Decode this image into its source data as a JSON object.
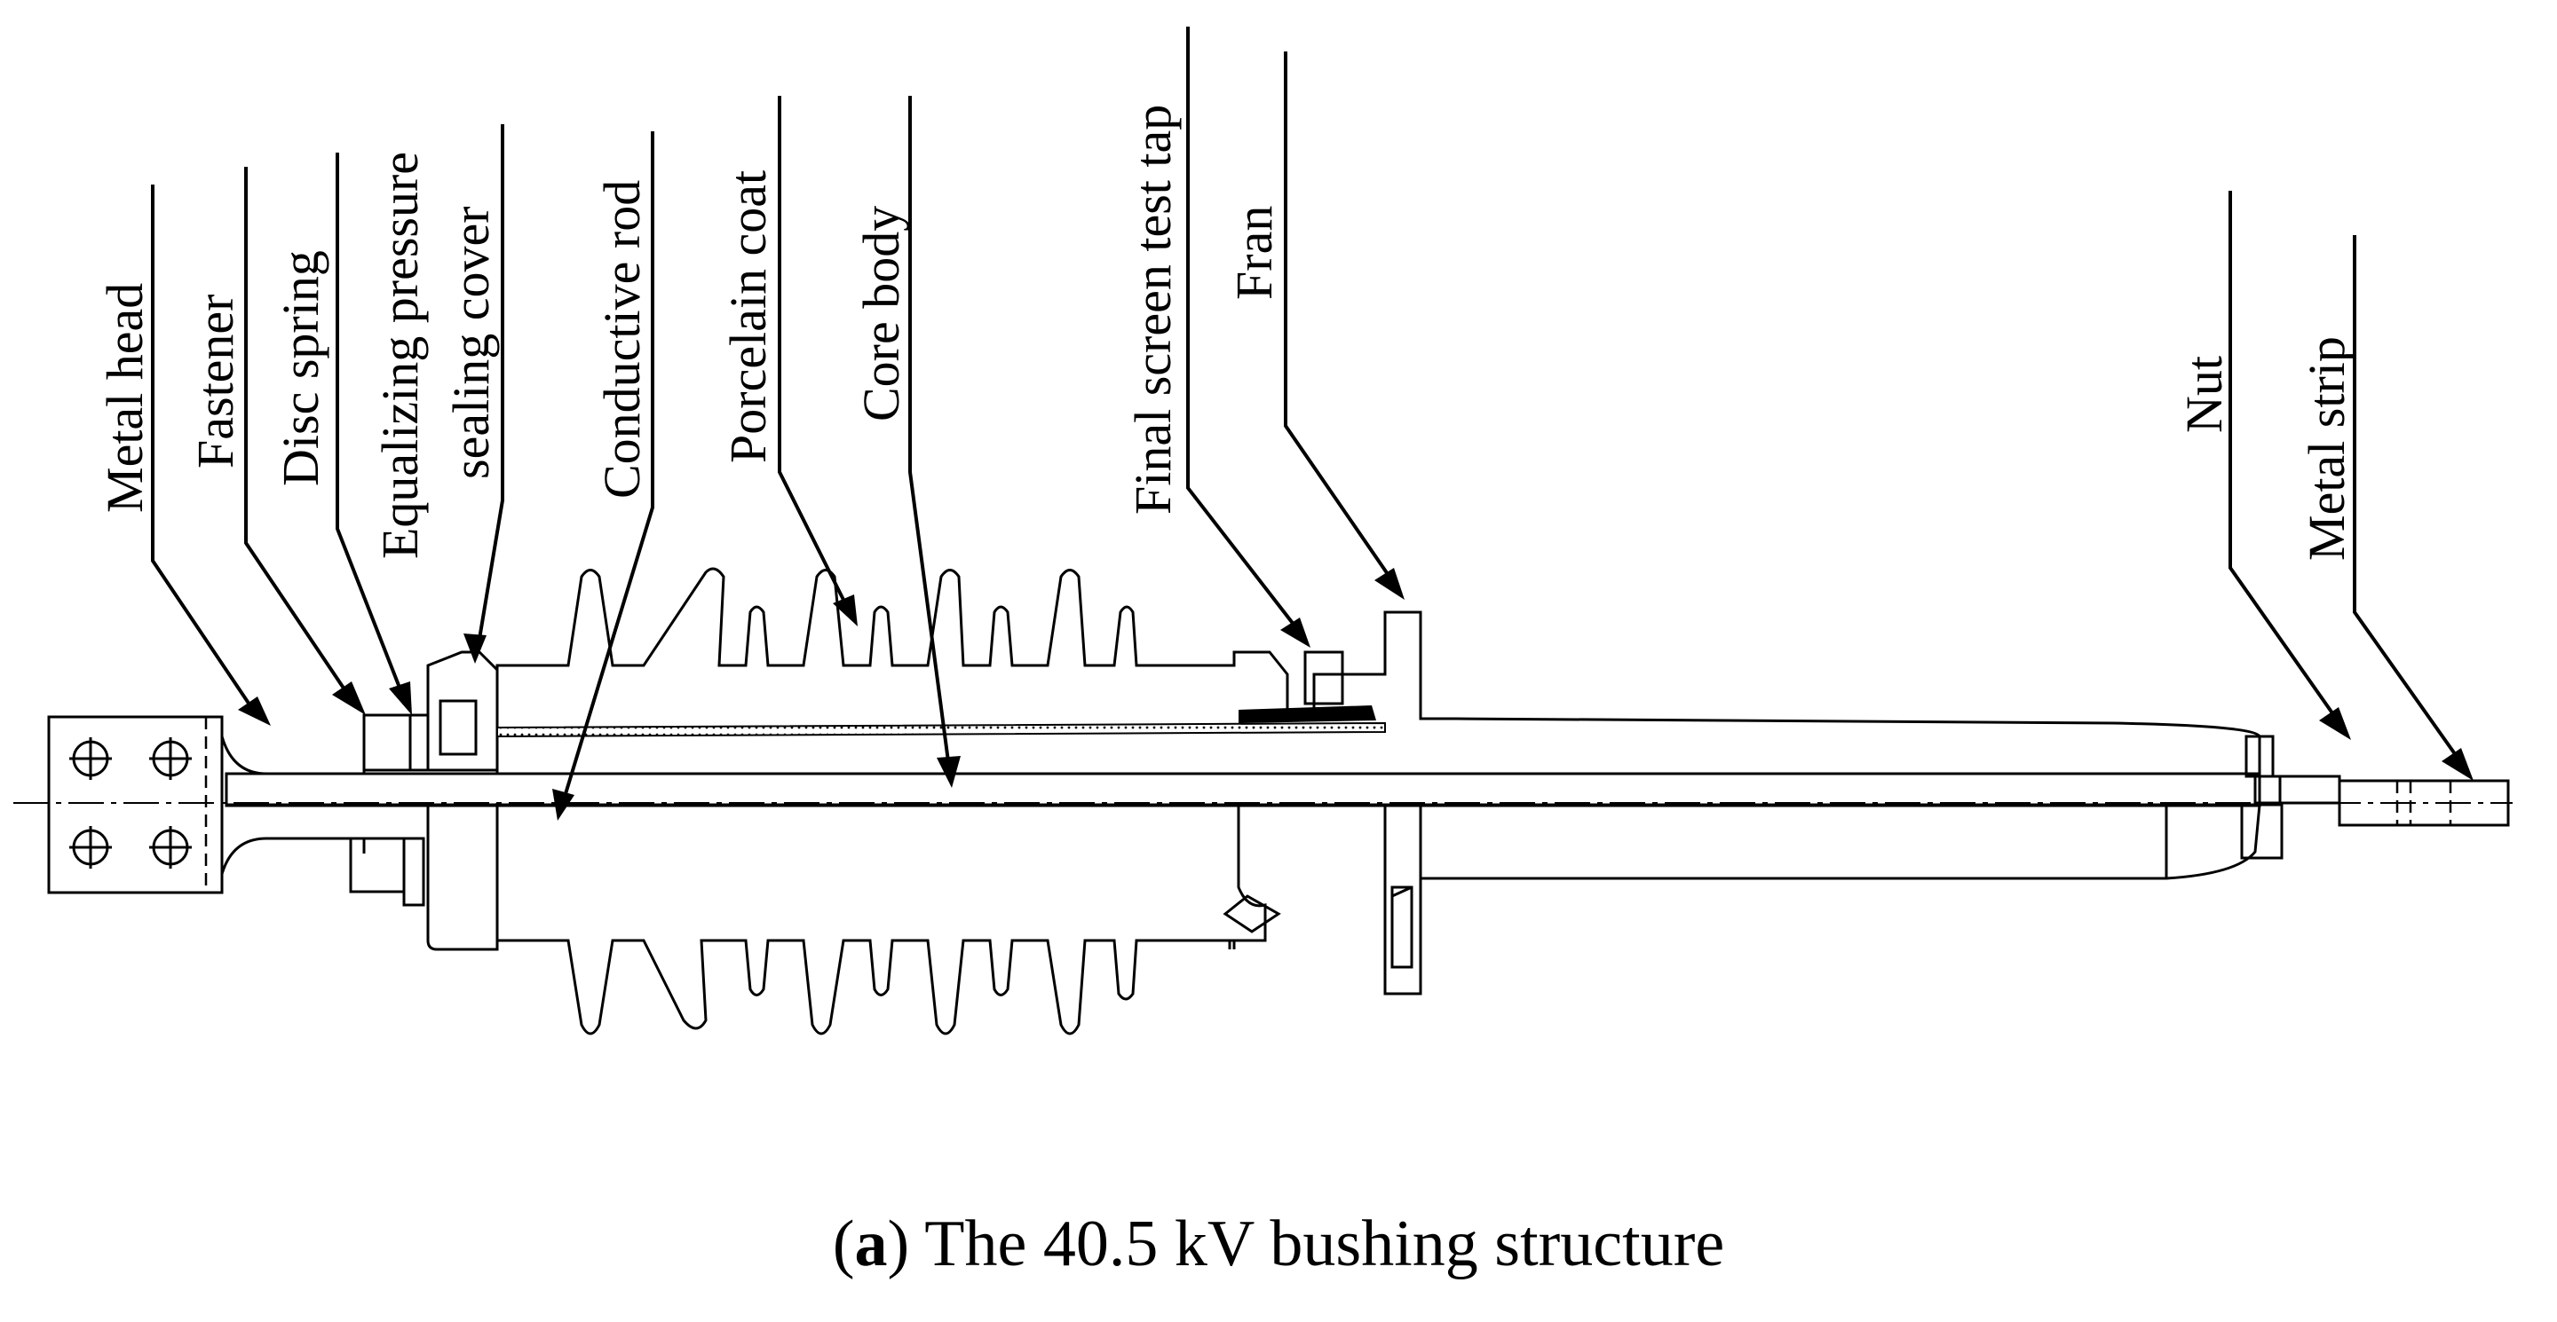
{
  "labels": {
    "metal_head": "Metal head",
    "fastener": "Fastener",
    "disc_spring": "Disc spring",
    "equalizing_1": "Equalizing pressure",
    "equalizing_2": "sealing cover",
    "conductive_rod": "Conductive rod",
    "porcelain_coat": "Porcelain coat",
    "core_body": "Core body",
    "final_tap": "Final screen test tap",
    "fran": "Fran",
    "nut": "Nut",
    "metal_strip": "Metal strip"
  },
  "caption": {
    "letter": "a",
    "text": "The 40.5 kV bushing structure"
  }
}
